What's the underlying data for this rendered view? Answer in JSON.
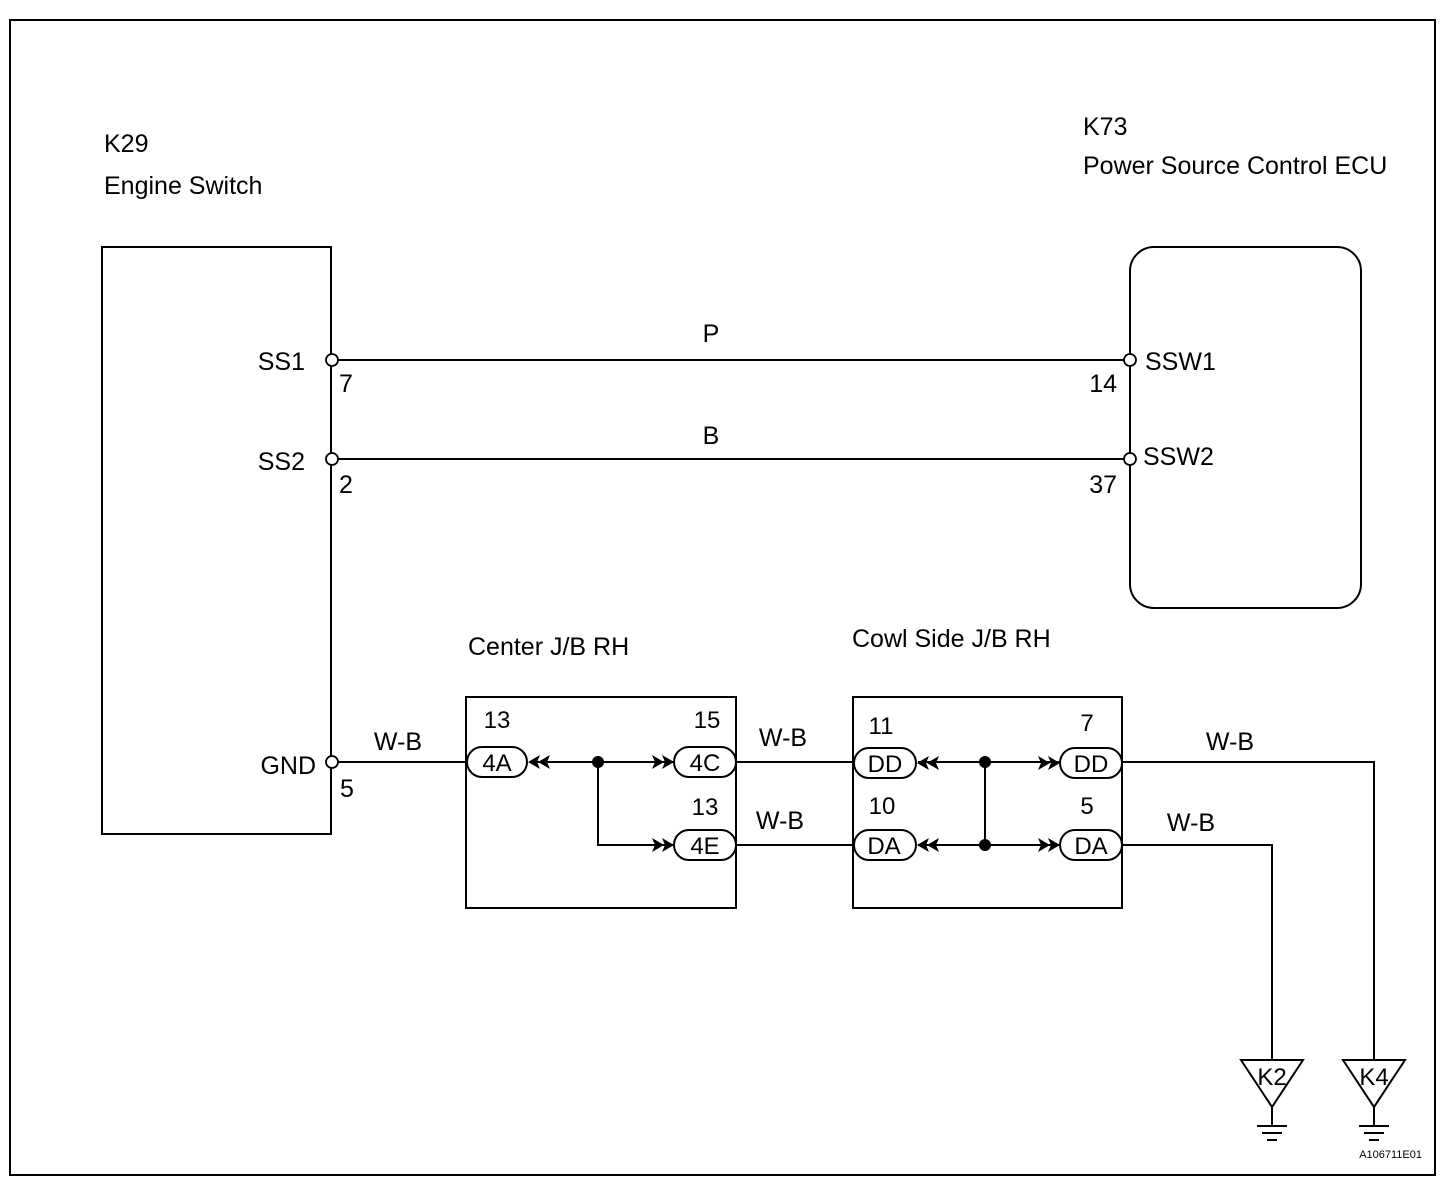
{
  "components": {
    "engine_switch": {
      "code": "K29",
      "name": "Engine Switch",
      "pins": [
        {
          "label": "SS1",
          "number": "7"
        },
        {
          "label": "SS2",
          "number": "2"
        },
        {
          "label": "GND",
          "number": "5"
        }
      ]
    },
    "ecu": {
      "code": "K73",
      "name": "Power Source Control ECU",
      "pins": [
        {
          "label": "SSW1",
          "number": "14"
        },
        {
          "label": "SSW2",
          "number": "37"
        }
      ]
    },
    "center_jb": {
      "name": "Center J/B RH",
      "connectors": [
        {
          "label": "4A",
          "pin": "13"
        },
        {
          "label": "4C",
          "pin": "15"
        },
        {
          "label": "4E",
          "pin": "13"
        }
      ]
    },
    "cowl_jb": {
      "name": "Cowl Side J/B RH",
      "connectors": [
        {
          "label": "DD",
          "pin": "11"
        },
        {
          "label": "DD",
          "pin": "7"
        },
        {
          "label": "DA",
          "pin": "10"
        },
        {
          "label": "DA",
          "pin": "5"
        }
      ]
    }
  },
  "wires": {
    "ss1_ssw1": "P",
    "ss2_ssw2": "B",
    "gnd_to_center": "W-B",
    "center_to_cowl_top": "W-B",
    "center_to_cowl_bottom": "W-B",
    "cowl_to_k4": "W-B",
    "cowl_to_k2": "W-B"
  },
  "grounds": [
    {
      "label": "K2"
    },
    {
      "label": "K4"
    }
  ],
  "figure_id": "A106711E01"
}
